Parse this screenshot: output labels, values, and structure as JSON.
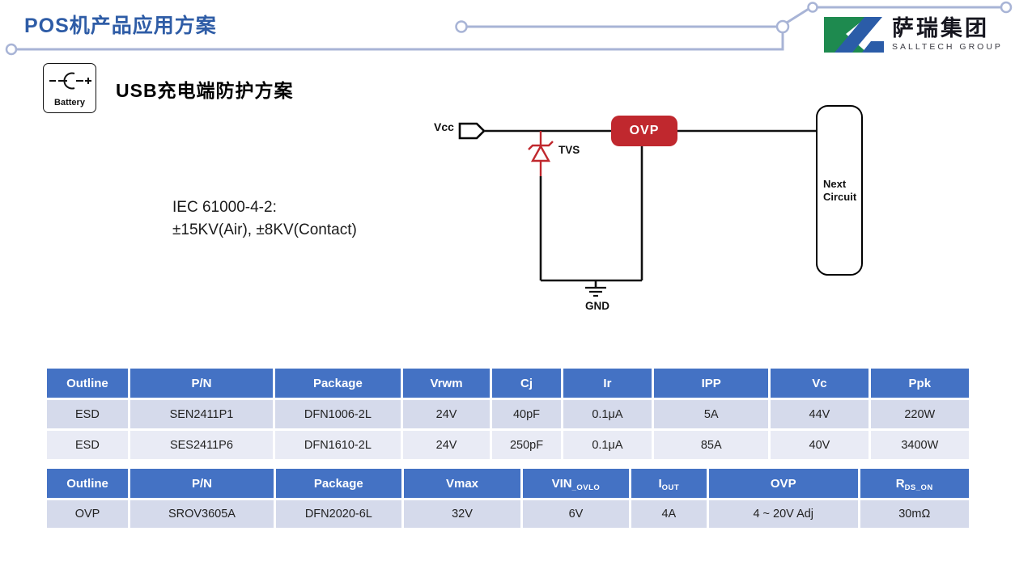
{
  "theme": {
    "title_blue": "#2e5ca6",
    "decor_line": "#a8b4d6",
    "header_blue": "#4472c4",
    "row_dark": "#d5daeb",
    "row_light": "#e9ebf5",
    "diagram_red": "#c0282e",
    "logo_green": "#1e8a4f",
    "logo_blue": "#2b5ca8"
  },
  "page": {
    "title": "POS机产品应用方案"
  },
  "logo": {
    "company_cn": "萨瑞集团",
    "company_en": "SALLTECH GROUP"
  },
  "section": {
    "icon_label": "Battery",
    "heading": "USB充电端防护方案"
  },
  "note": {
    "line1": "IEC 61000-4-2:",
    "line2": "±15KV(Air), ±8KV(Contact)"
  },
  "diagram": {
    "vcc_label": "Vcc",
    "tvs_label": "TVS",
    "ovp_label": "OVP",
    "next_circuit": {
      "line1": "Next",
      "line2": "Circuit"
    },
    "gnd_label": "GND"
  },
  "table1": {
    "headers": [
      "Outline",
      "P/N",
      "Package",
      "Vrwm",
      "Cj",
      "Ir",
      "IPP",
      "Vc",
      "Ppk"
    ],
    "rows": [
      [
        "ESD",
        "SEN2411P1",
        "DFN1006-2L",
        "24V",
        "40pF",
        "0.1μA",
        "5A",
        "44V",
        "220W"
      ],
      [
        "ESD",
        "SES2411P6",
        "DFN1610-2L",
        "24V",
        "250pF",
        "0.1μA",
        "85A",
        "40V",
        "3400W"
      ]
    ]
  },
  "table2": {
    "headers": [
      {
        "main": "Outline",
        "sub": ""
      },
      {
        "main": "P/N",
        "sub": ""
      },
      {
        "main": "Package",
        "sub": ""
      },
      {
        "main": "Vmax",
        "sub": ""
      },
      {
        "main": "VIN",
        "sub": "_OVLO"
      },
      {
        "main": "I",
        "sub": "OUT"
      },
      {
        "main": "OVP",
        "sub": ""
      },
      {
        "main": "R",
        "sub": "DS_ON"
      }
    ],
    "rows": [
      [
        "OVP",
        "SROV3605A",
        "DFN2020-6L",
        "32V",
        "6V",
        "4A",
        "4 ~ 20V Adj",
        "30mΩ"
      ]
    ]
  }
}
